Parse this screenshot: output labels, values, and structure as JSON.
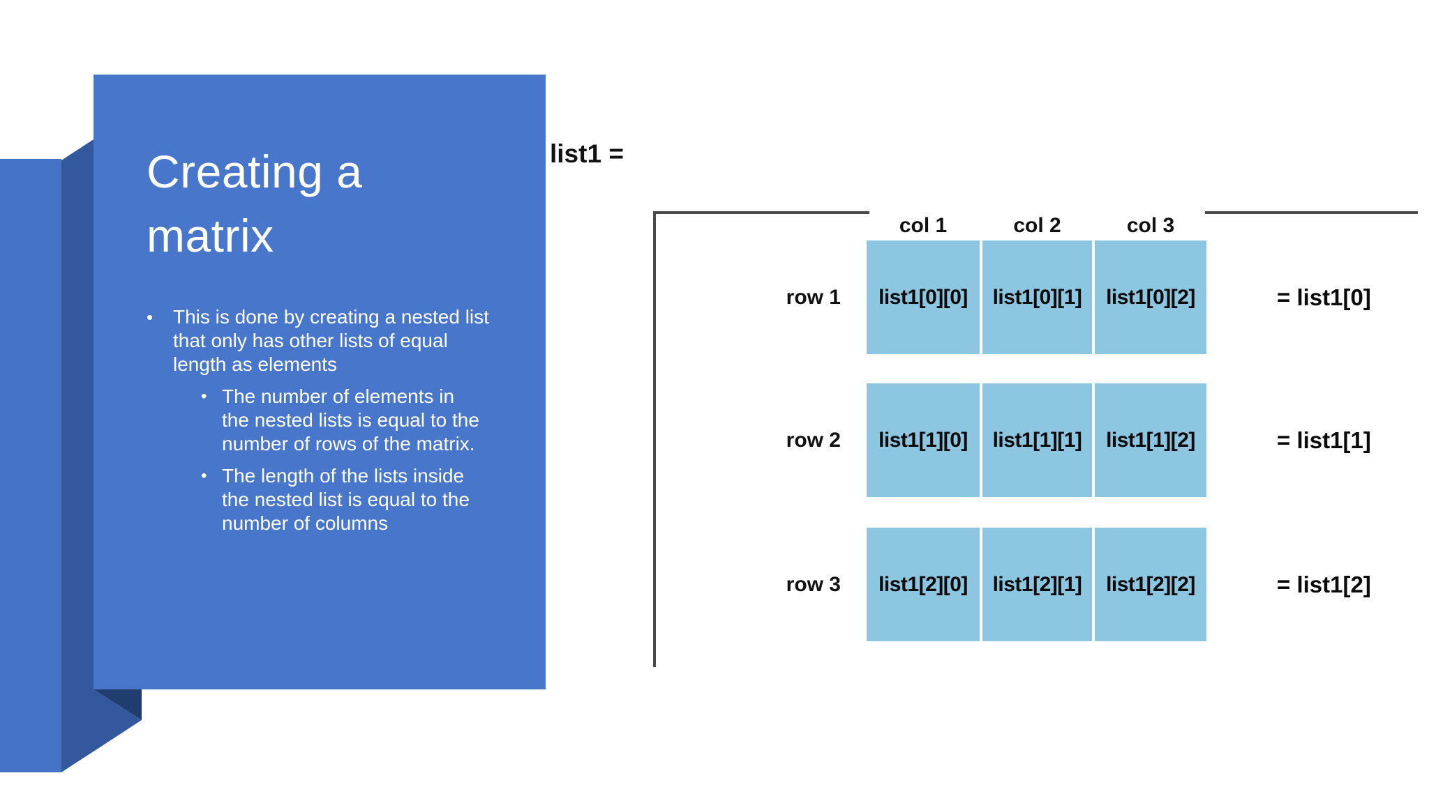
{
  "slide": {
    "title": "Creating a\nmatrix",
    "bullets": [
      {
        "level": 1,
        "text": "This is done by creating a nested list\nthat only has other lists of equal\nlength as elements"
      },
      {
        "level": 2,
        "text": "The number of elements in\nthe nested lists is equal to the\nnumber of rows of the matrix."
      },
      {
        "level": 2,
        "text": "The length of the lists inside\nthe nested list is equal to the\nnumber of columns"
      }
    ]
  },
  "diagram": {
    "list_label": "list1 =",
    "col_headers": [
      "col 1",
      "col 2",
      "col 3"
    ],
    "rows": [
      {
        "label": "row 1",
        "cells": [
          "list1[0][0]",
          "list1[0][1]",
          "list1[0][2]"
        ],
        "equation": "= list1[0]"
      },
      {
        "label": "row 2",
        "cells": [
          "list1[1][0]",
          "list1[1][1]",
          "list1[1][2]"
        ],
        "equation": "= list1[1]"
      },
      {
        "label": "row 3",
        "cells": [
          "list1[2][0]",
          "list1[2][1]",
          "list1[2][2]"
        ],
        "equation": "= list1[2]"
      }
    ]
  },
  "colors": {
    "panel": "#4876cb",
    "left_bar": "#4472c4",
    "fold_side": "#33589d",
    "fold_shadow": "#1f3d6e",
    "cell_fill": "#8dc6e1",
    "bracket_line": "#4a4a4a",
    "title_text": "#ffffff",
    "label_text": "#111111"
  }
}
